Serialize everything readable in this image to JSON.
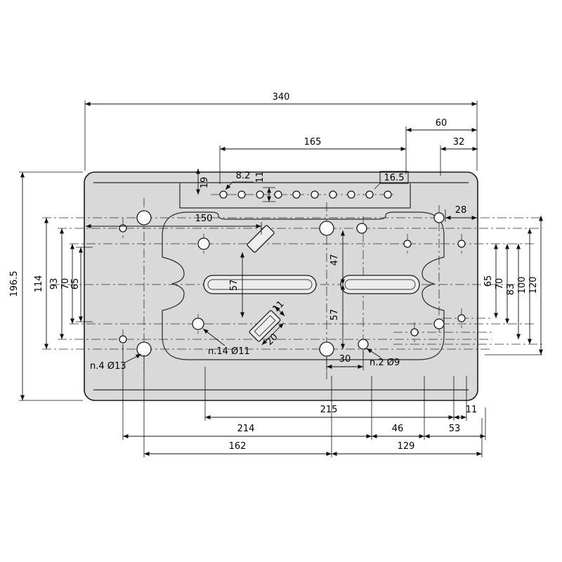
{
  "drawing": {
    "dims": {
      "d340": "340",
      "d60": "60",
      "d165": "165",
      "d32": "32",
      "d8_2": "8.2",
      "d11_row": "11",
      "d16_5": "16.5",
      "d19": "19",
      "d150": "150",
      "d28": "28",
      "d196_5": "196.5",
      "d114": "114",
      "d93": "93",
      "d70_left": "70",
      "d65_left": "65",
      "d57_left": "57",
      "d47": "47",
      "d57_mid": "57",
      "d65_right": "65",
      "d70_right": "70",
      "d83": "83",
      "d100": "100",
      "d120": "120",
      "d11_slot": "11",
      "d20_slot": "20",
      "d30": "30",
      "d215": "215",
      "d11_bottom": "11",
      "d214": "214",
      "d46": "46",
      "d53": "53",
      "d162": "162",
      "d129": "129"
    },
    "notes": {
      "n14": "n.14 Ø11",
      "n4": "n.4 Ø13",
      "n2": "n.2 Ø9"
    },
    "colors": {
      "plate_fill": "#d9d9d9",
      "line": "#1a1a1a",
      "background": "#ffffff"
    }
  }
}
